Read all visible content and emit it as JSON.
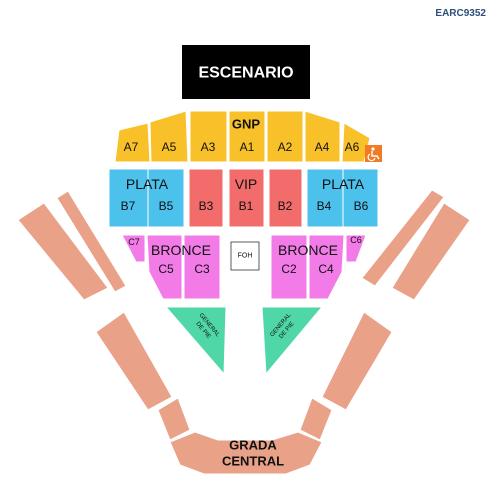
{
  "venue_code": "EARC9352",
  "stage": {
    "label": "ESCENARIO"
  },
  "colors": {
    "gnp": "#f8c12a",
    "plata": "#4cc1ec",
    "vip": "#f26c6b",
    "bronce": "#f27be8",
    "general": "#4fd7a7",
    "grada": "#e9a188",
    "stage": "#000000",
    "accessible": "#f07a25",
    "earc_text": "#2b4f7a"
  },
  "zones": {
    "gnp": {
      "title": "GNP",
      "sections": [
        "A7",
        "A5",
        "A3",
        "A1",
        "A2",
        "A4",
        "A6"
      ]
    },
    "plata_left": {
      "title": "PLATA",
      "sections": [
        "B7",
        "B5"
      ]
    },
    "vip": {
      "title": "VIP",
      "sections": [
        "B3",
        "B1",
        "B2"
      ]
    },
    "plata_right": {
      "title": "PLATA",
      "sections": [
        "B4",
        "B6"
      ]
    },
    "bronce_left": {
      "title": "BRONCE",
      "sections": [
        "C7",
        "C5",
        "C3"
      ]
    },
    "bronce_right": {
      "title": "BRONCE",
      "sections": [
        "C2",
        "C4",
        "C6"
      ]
    },
    "foh": {
      "label": "FOH"
    },
    "general_left": {
      "line1": "GENERAL",
      "line2": "DE PIE"
    },
    "general_right": {
      "line1": "GENERAL",
      "line2": "DE PIE"
    },
    "grada_central": {
      "line1": "GRADA",
      "line2": "CENTRAL"
    }
  },
  "accessible_icon": "wheelchair-icon"
}
